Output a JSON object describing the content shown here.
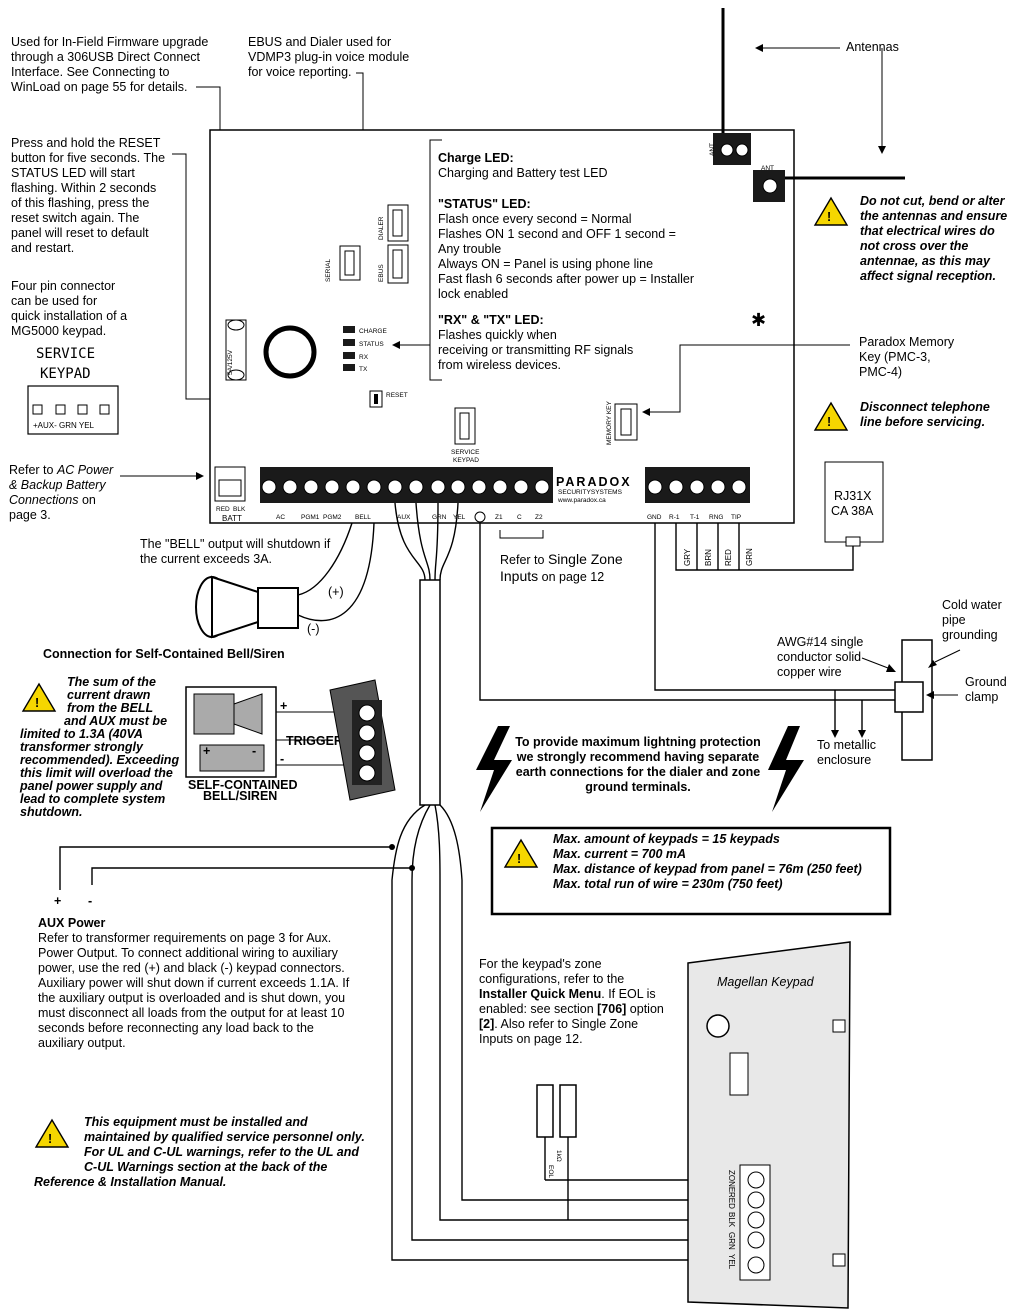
{
  "notes": {
    "firmware": [
      "Used for In-Field Firmware upgrade",
      "through a 306USB Direct Connect",
      "Interface. See Connecting to",
      "WinLoad on page 55 for details."
    ],
    "ebus": [
      "EBUS and Dialer used for",
      "VDMP3 plug-in voice module",
      "for voice reporting."
    ],
    "antennas": "Antennas",
    "reset": [
      "Press and hold the RESET",
      "button for five seconds. The",
      "STATUS LED will start",
      "flashing. Within 2 seconds",
      "of this flashing, press the",
      "reset switch again. The",
      "panel will reset to default",
      "and restart."
    ],
    "four_pin": [
      "Four pin connector",
      "can be used for",
      "quick installation of a",
      "MG5000 keypad."
    ],
    "service_keypad_title": [
      "SERVICE",
      "KEYPAD"
    ],
    "service_keypad_pins": "+AUX-  GRN YEL",
    "ac_power": [
      "Refer to ",
      "AC Power",
      "& Backup Battery",
      "Connections",
      " on",
      "page 3."
    ],
    "antenna_warning": [
      "Do not cut, bend or alter",
      "the antennas and ensure",
      "that electrical wires do",
      "not cross over the",
      "antennae, as this may",
      "affect signal reception."
    ],
    "memory_key": [
      "Paradox Memory",
      "Key (PMC-3,",
      "PMC-4)"
    ],
    "telephone_warning": [
      "Disconnect telephone",
      "line before servicing."
    ],
    "rj31x": [
      "RJ31X",
      "CA 38A"
    ],
    "bell_shutdown": [
      "The \"BELL\" output will shutdown if",
      "the current exceeds 3A."
    ],
    "single_zone": [
      "Refer to ",
      "Single Zone",
      "Inputs",
      " on page 12"
    ],
    "self_contained_title": "Connection for Self-Contained Bell/Siren",
    "sum_current_warning": [
      "The sum of the",
      "current drawn",
      "from the BELL",
      "and AUX must be",
      "limited to 1.3A (40VA",
      "transformer strongly",
      "recommended). Exceeding",
      "this limit will overload the",
      "panel power supply and",
      "lead to complete system",
      "shutdown."
    ],
    "trigger": "TRIGGER",
    "self_contained_label": [
      "SELF-CONTAINED",
      "BELL/SIREN"
    ],
    "cold_water": [
      "Cold water",
      "pipe",
      "grounding"
    ],
    "awg": [
      "AWG#14 single",
      "conductor solid",
      "copper wire"
    ],
    "ground_clamp": [
      "Ground",
      "clamp"
    ],
    "metallic": [
      "To metallic",
      "enclosure"
    ],
    "lightning": [
      "To provide maximum lightning protection",
      "we strongly recommend having separate",
      "earth connections for the dialer and zone",
      "ground terminals."
    ],
    "max_box": [
      "Max. amount of keypads = 15 keypads",
      "Max. current = 700 mA",
      "Max. distance of keypad from panel = 76m (250 feet)",
      "Max. total run of wire = 230m (750 feet)"
    ],
    "aux_power_title": "AUX Power",
    "aux_power": [
      "Refer to transformer requirements on page 3 for Aux.",
      "Power Output. To connect additional wiring to auxiliary",
      "power, use the red (+) and black (-) keypad connectors.",
      "Auxiliary power will shut down if current exceeds 1.1A. If",
      "the auxiliary output is overloaded and is shut down, you",
      "must disconnect all loads from the output for at least 10",
      "seconds before reconnecting any load back to the",
      "auxiliary output."
    ],
    "keypad_zone": [
      "For the keypad's zone",
      "configurations, refer to the",
      "Installer Quick Menu",
      ". If EOL is",
      "enabled: see section ",
      "[706]",
      " option",
      "[2]",
      ". Also refer to Single Zone",
      "Inputs on page 12."
    ],
    "qualified_warning": [
      "This equipment must be installed and",
      "maintained by qualified service personnel only.",
      "For UL and C-UL warnings, refer to the UL and",
      "C-UL Warnings section at the back of the",
      "Reference & Installation Manual."
    ],
    "magellan": "Magellan  Keypad",
    "eol": [
      "EOL",
      "1kΩ"
    ],
    "plus": "+",
    "minus": "-",
    "siren_plus": "(+)",
    "siren_minus": "(-)"
  },
  "panel": {
    "charge_title": "Charge LED:",
    "charge_text": "Charging and Battery test LED",
    "status_title": "\"STATUS\" LED:",
    "status_lines": [
      "Flash once every second = Normal",
      "Flashes ON 1 second and OFF 1 second =",
      "Any trouble",
      "Always ON = Panel is using phone line",
      "Fast flash 6 seconds after power up = Installer",
      "lock enabled"
    ],
    "rxtx_title": "\"RX\" & \"TX\" LED:",
    "rxtx_lines": [
      "Flashes quickly when",
      "receiving or transmitting RF signals",
      "from wireless devices."
    ],
    "led_labels": [
      "CHARGE",
      "STATUS",
      "RX",
      "TX"
    ],
    "reset_label": "RESET",
    "serial": "SERIAL",
    "ebus": "EBUS",
    "dialer": "DIALER",
    "memory_key": "MEMORY KEY",
    "service_keypad": [
      "SERVICE",
      "KEYPAD"
    ],
    "fuse": "5A/125V",
    "ant": "ANT",
    "brand": "PARADOX",
    "brand_sub": "SECURITYSYSTEMS",
    "brand_url": "www.paradox.ca",
    "terminals_left": [
      "AC",
      "PGM1",
      "PGM2",
      "BELL",
      "AUX"
    ],
    "batt": [
      "RED",
      "BLK",
      "BATT"
    ],
    "terminals_mid": [
      "GRN",
      "YEL",
      "Z1",
      "C",
      "Z2"
    ],
    "terminals_right": [
      "GND",
      "R-1",
      "T-1",
      "RNG",
      "TIP"
    ],
    "wire_colors": [
      "GRY",
      "BRN",
      "RED",
      "GRN"
    ]
  },
  "keypad_terminals": [
    "ZONE",
    "RED",
    "BLK",
    "GRN",
    "YEL"
  ]
}
